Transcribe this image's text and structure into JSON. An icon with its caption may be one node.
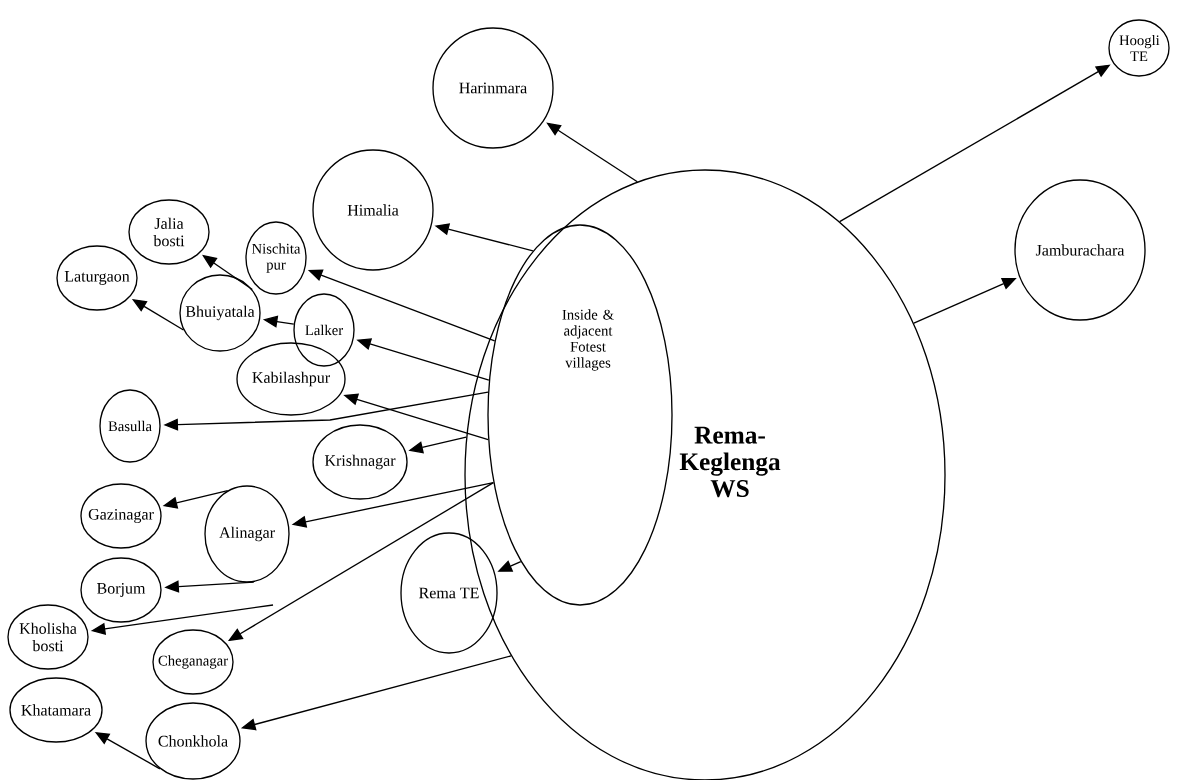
{
  "diagram": {
    "nodes": [
      {
        "text": [
          "Rema-Keglenga WS"
        ]
      },
      {
        "text": [
          "Inside & adjacent Fotest villages"
        ],
        "in": 0
      },
      {
        "text": [
          "Harinmara"
        ]
      },
      {
        "text": [
          "Hoogli TE"
        ]
      },
      {
        "text": [
          "Himalia"
        ]
      },
      {
        "text": [
          "Jamburachara"
        ]
      },
      {
        "text": [
          "Jalia bosti"
        ]
      },
      {
        "text": [
          "Nischita pur"
        ]
      },
      {
        "text": [
          "Laturgaon"
        ]
      },
      {
        "text": [
          "Bhuiyatala"
        ]
      },
      {
        "text": [
          "Lalker"
        ]
      },
      {
        "text": [
          "Kabilashpur"
        ]
      },
      {
        "text": [
          "Basulla"
        ]
      },
      {
        "text": [
          "Krishnagar"
        ]
      },
      {
        "text": [
          "Gazinagar"
        ]
      },
      {
        "text": [
          "Alinagar"
        ]
      },
      {
        "text": [
          "Borjum"
        ]
      },
      {
        "text": [
          "Rema TE"
        ]
      },
      {
        "text": [
          "Kholisha bosti"
        ]
      },
      {
        "text": [
          "Cheganagar"
        ]
      },
      {
        "text": [
          "Khatamara"
        ]
      },
      {
        "text": [
          "Chonkhola"
        ]
      }
    ],
    "edges": [
      {
        "from": 0,
        "to": 2,
        "arrow": "to"
      },
      {
        "from": 0,
        "to": 3,
        "arrow": "to"
      },
      {
        "from": 0,
        "to": 5,
        "arrow": "to"
      },
      {
        "from": 1,
        "to": 4,
        "arrow": "to"
      },
      {
        "from": 1,
        "to": 7,
        "arrow": "to"
      },
      {
        "from": 1,
        "to": 10,
        "arrow": "to"
      },
      {
        "from": 1,
        "to": 12,
        "arrow": "to"
      },
      {
        "from": 1,
        "to": 11,
        "arrow": "to"
      },
      {
        "from": 0,
        "to": 13,
        "arrow": "to"
      },
      {
        "from": 1,
        "to": 15,
        "arrow": "to"
      },
      {
        "from": 1,
        "to": 19,
        "arrow": "to"
      },
      {
        "from": 1,
        "to": 17,
        "arrow": "to"
      },
      {
        "from": 0,
        "to": 21,
        "arrow": "to"
      },
      {
        "from": 10,
        "to": 9,
        "arrow": "to"
      },
      {
        "from": 9,
        "to": 8,
        "arrow": "to"
      },
      {
        "from": 9,
        "to": 6,
        "arrow": "to"
      },
      {
        "from": 15,
        "to": 14,
        "arrow": "to"
      },
      {
        "from": 15,
        "to": 16,
        "arrow": "to"
      },
      {
        "from": null,
        "to": 18,
        "arrow": "to"
      },
      {
        "from": 21,
        "to": 20,
        "arrow": "to"
      }
    ]
  }
}
